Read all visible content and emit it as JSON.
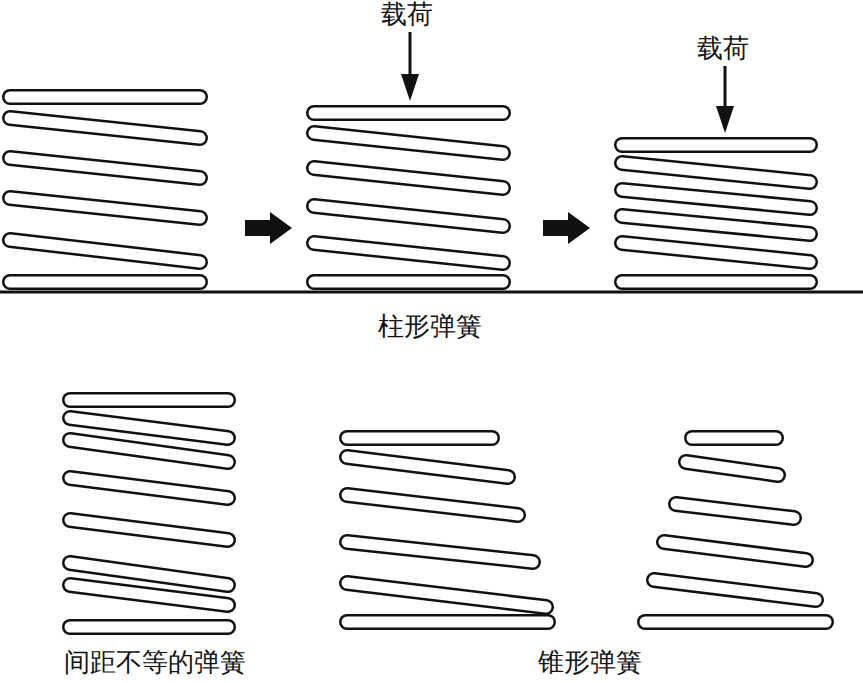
{
  "diagram": {
    "labels": [
      "载荷",
      "载荷",
      "柱形弹簧",
      "间距不等的弹簧",
      "锥形弹簧"
    ]
  }
}
